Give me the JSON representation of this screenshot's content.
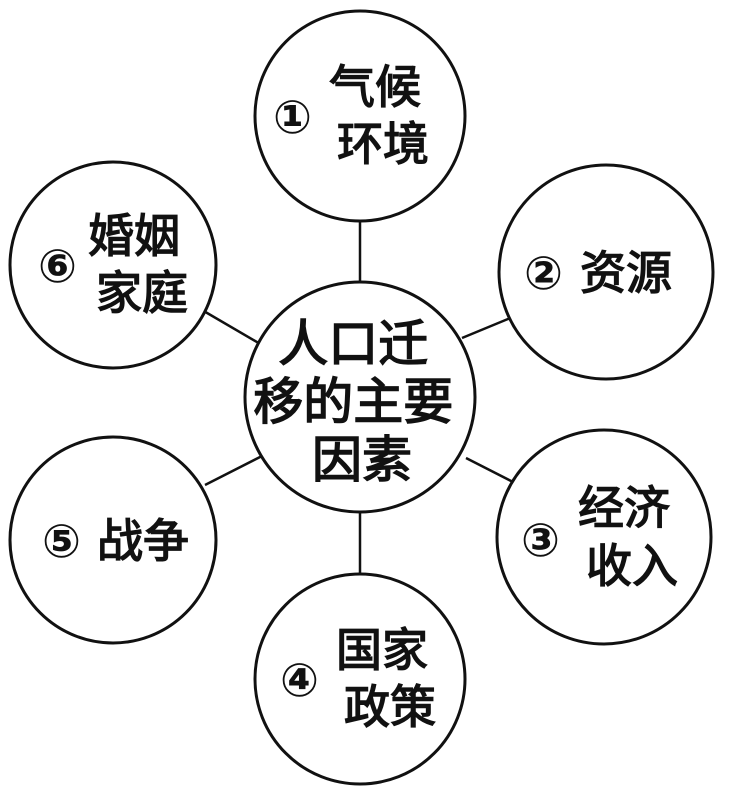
{
  "center": {
    "lines": [
      "人口迁",
      "移的主要",
      "因素"
    ]
  },
  "factors": [
    {
      "marker": "①",
      "lines": [
        "气候",
        "环境"
      ]
    },
    {
      "marker": "②",
      "lines": [
        "资源"
      ]
    },
    {
      "marker": "③",
      "lines": [
        "经济",
        "收入"
      ]
    },
    {
      "marker": "④",
      "lines": [
        "国家",
        "政策"
      ]
    },
    {
      "marker": "⑤",
      "lines": [
        "战争"
      ]
    },
    {
      "marker": "⑥",
      "lines": [
        "婚姻",
        "家庭"
      ]
    }
  ]
}
